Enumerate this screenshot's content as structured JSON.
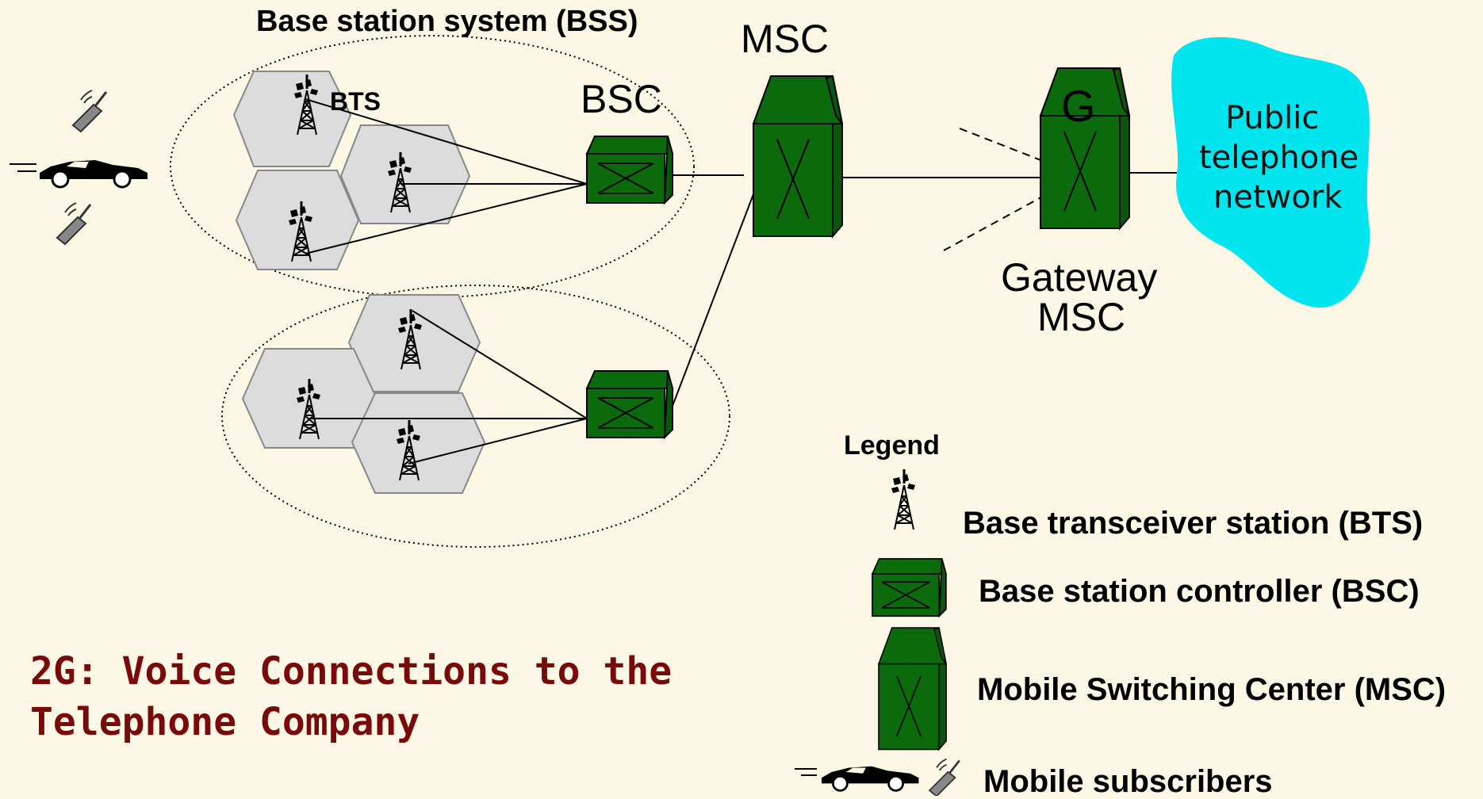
{
  "diagram": {
    "bss_label": "Base station system (BSS)",
    "bts_label": "BTS",
    "bsc_label": "BSC",
    "msc_label": "MSC",
    "gateway_letter": "G",
    "gateway_label_line1": "Gateway",
    "gateway_label_line2": "MSC",
    "cloud_line1": "Public",
    "cloud_line2": "telephone",
    "cloud_line3": "network"
  },
  "legend": {
    "title": "Legend",
    "items": [
      {
        "icon": "bts-tower-icon",
        "label": "Base transceiver station (BTS)"
      },
      {
        "icon": "bsc-hut-icon",
        "label": "Base station controller (BSC)"
      },
      {
        "icon": "msc-building-icon",
        "label": "Mobile Switching Center (MSC)"
      },
      {
        "icon": "car-and-phone-icon",
        "label": "Mobile subscribers"
      }
    ]
  },
  "page_title": {
    "line1": "2G: Voice Connections to the",
    "line2": "Telephone Company"
  },
  "colors": {
    "background": "#fdf8e6",
    "equipment_green": "#0b6a0b",
    "cell_gray": "#dcdcdc",
    "cloud_cyan": "#00e5ee",
    "title_red": "#7a0a0a"
  }
}
